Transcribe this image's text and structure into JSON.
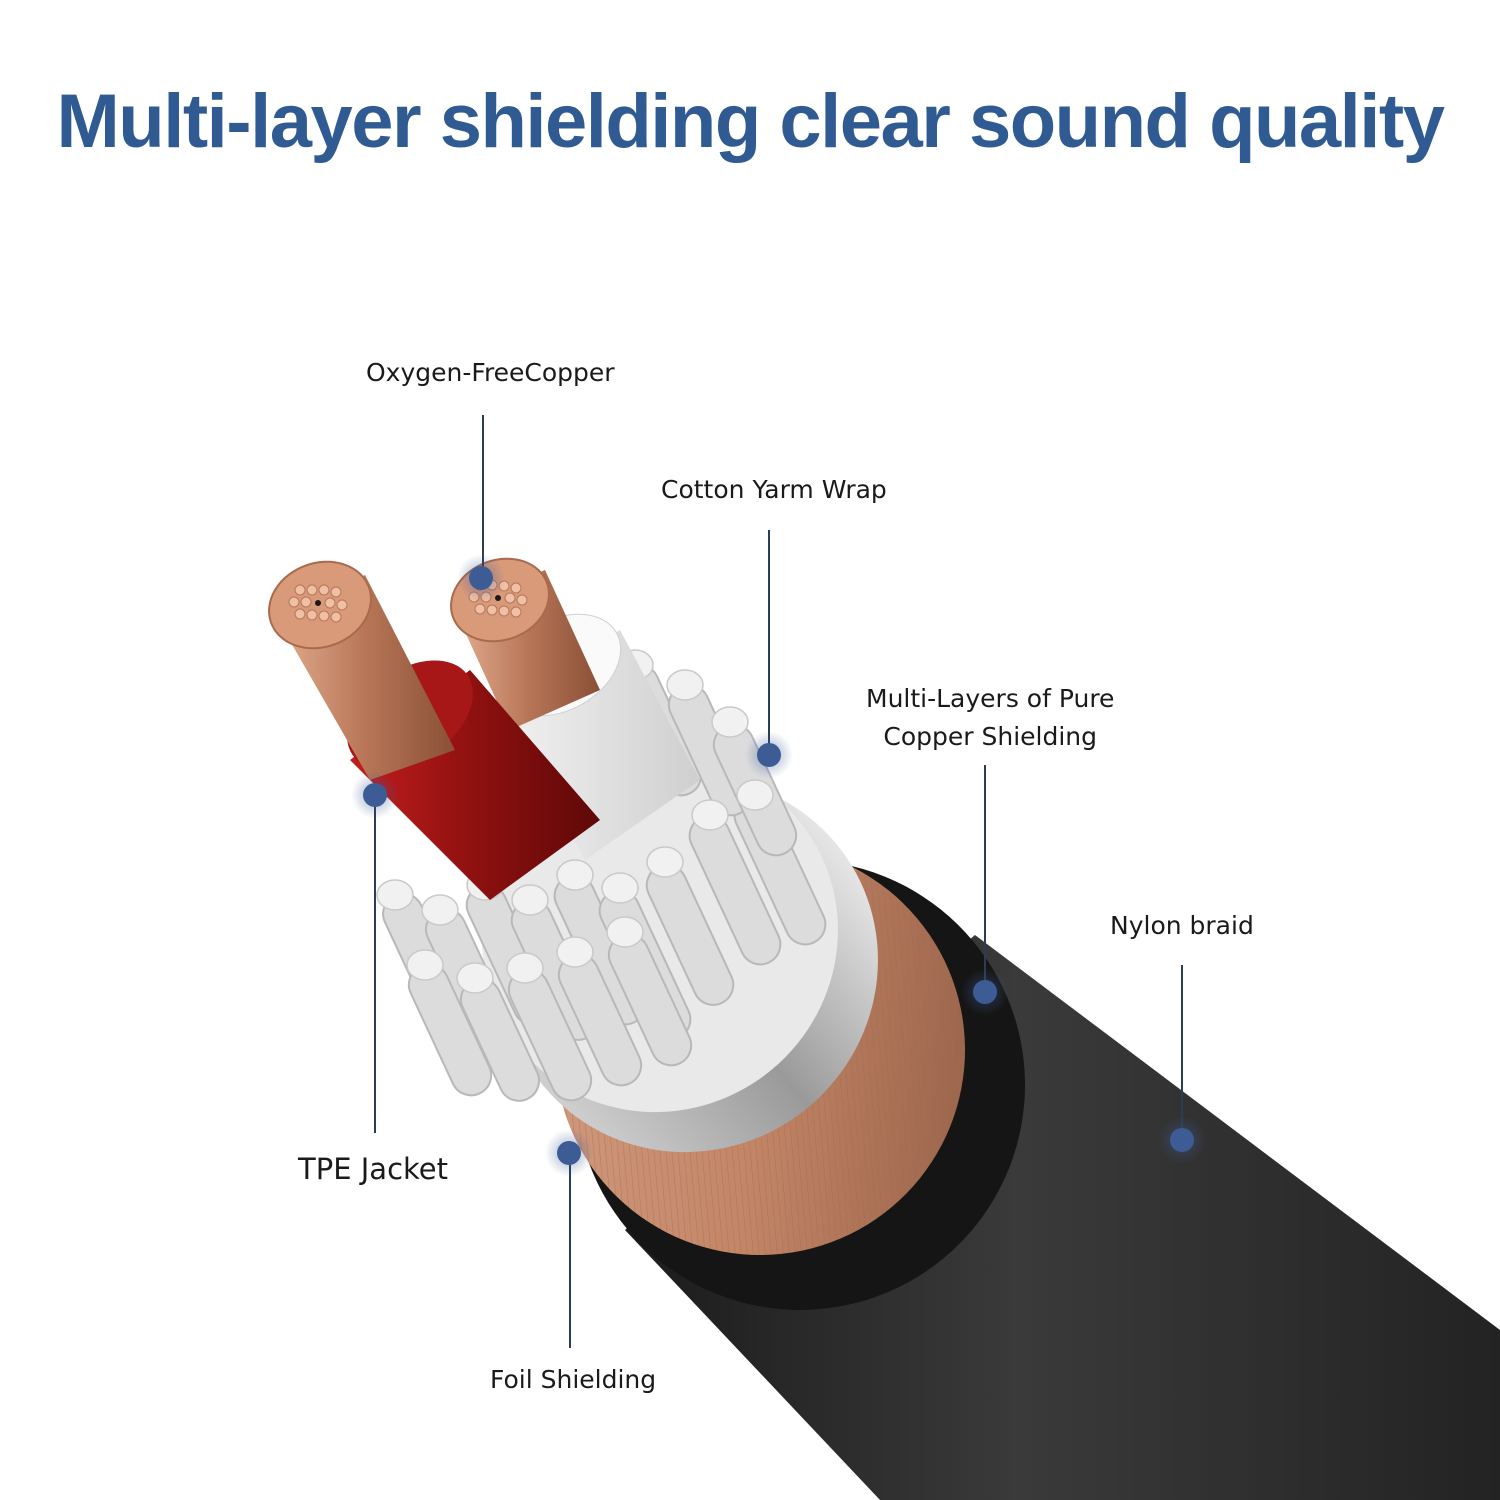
{
  "title": "Multi-layer shielding clear sound quality",
  "callouts": {
    "oxygen_free_copper": "Oxygen-FreeCopper",
    "cotton_yarn_wrap": "Cotton Yarm Wrap",
    "copper_shielding_line1": "Multi-Layers of Pure",
    "copper_shielding_line2": "Copper Shielding",
    "nylon_braid": "Nylon braid",
    "tpe_jacket": "TPE Jacket",
    "foil_shielding": "Foil Shielding"
  },
  "colors": {
    "title": "#2f5b92",
    "marker": "#3d5c95",
    "leader_line": "#2b3d55",
    "copper": "#c98a6c",
    "red_insulation": "#9b1414",
    "jacket": "#2c2c2c"
  }
}
